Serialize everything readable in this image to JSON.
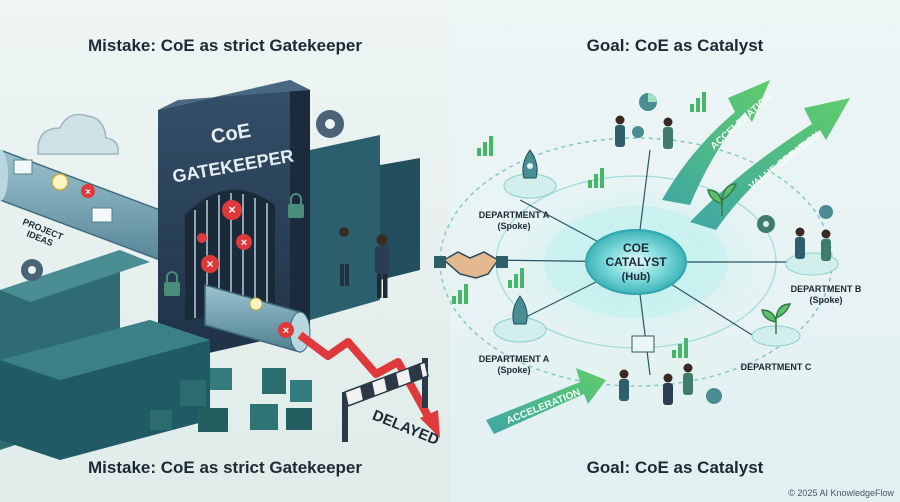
{
  "left": {
    "title_top": "Mistake: CoE as strict Gatekeeper",
    "title_bottom": "Mistake: CoE as strict Gatekeeper",
    "gate_line1": "CoE",
    "gate_line2": "GATEKEEPER",
    "pipe_label_line1": "PROJECT",
    "pipe_label_line2": "IDEAS",
    "delayed_label": "DELAYED"
  },
  "right": {
    "title_top": "Goal: CoE as Catalyst",
    "title_bottom": "Goal: CoE as Catalyst",
    "hub_line1": "COE",
    "hub_line2": "CATALYST",
    "hub_line3": "(Hub)",
    "dept_a_top_line1": "DEPARTMENT A",
    "dept_a_top_line2": "(Spoke)",
    "dept_a_bottom_line1": "DEPARTMENT A",
    "dept_a_bottom_line2": "(Spoke)",
    "dept_b_line1": "DEPARTMENT B",
    "dept_b_line2": "(Spoke)",
    "dept_c_line1": "DEPARTMENT C",
    "arrow_acceleration_top": "ACCELERATION",
    "arrow_value_creation": "VALUE CREATION",
    "arrow_acceleration_bottom": "ACCELERATION"
  },
  "footer": {
    "copyright": "© 2025 AI KnowledgeFlow"
  },
  "colors": {
    "gate_dark": "#263b4f",
    "gate_mid": "#3a556b",
    "pipe": "#5f8da0",
    "teal_block": "#2f6b73",
    "red_stop": "#e0393b",
    "hub_teal": "#48bfc4",
    "arrow_green": "#47b56a",
    "title_text": "#1d2a35"
  }
}
